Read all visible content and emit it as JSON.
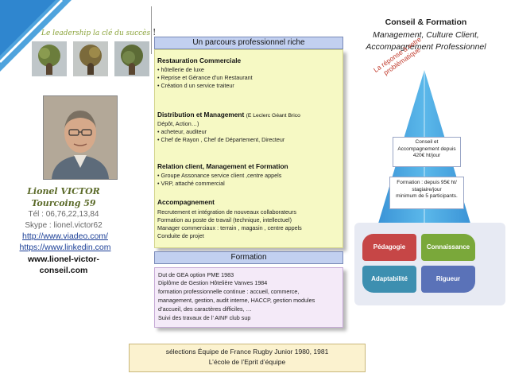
{
  "tagline": "Le leadership la clé du succès",
  "tagline_mark": "!",
  "profile": {
    "name_line1": "Lionel  VICTOR",
    "name_line2": "Tourcoing 59",
    "tel": "Tél : 06,76,22,13,84",
    "skype": "Skype : lionel.victor62",
    "viadeo": "http://www.viadeo.com/",
    "linkedin": "https://www.linkedin.com",
    "website_line1": "www.lionel-victor-",
    "website_line2": "conseil.com"
  },
  "parcours": {
    "header": "Un parcours professionnel riche",
    "sections": [
      {
        "title": "Restauration  Commerciale",
        "note": "",
        "items": [
          "•    hôtellerie  de luxe",
          "•    Reprise et Gérance d’un Restaurant",
          "•    Création d un service traiteur"
        ]
      },
      {
        "title": "Distribution  et Management",
        "note": "(E Leclerc  Géant Brico",
        "items": [
          "Dépôt, Action…)",
          "•    acheteur, auditeur",
          "•    Chef de Rayon ,  Chef de Département, Directeur"
        ]
      },
      {
        "title": "Relation client, Management et Formation",
        "note": "",
        "items": [
          "•    Groupe Assonance  service  client ,centre appels",
          "•    VRP,  attaché commercial"
        ]
      },
      {
        "title": "Accompagnement",
        "note": "",
        "items": [
          " Recrutement et intégration de nouveaux collaborateurs",
          "Formation au poste de travail (technique, intellectuel)",
          "Manager  commerciaux  : terrain , magasin , centre appels",
          "Conduite de  projet"
        ]
      }
    ]
  },
  "formation": {
    "header": "Formation",
    "lines": [
      "Dut de GEA option PME 1983",
      "Diplôme de Gestion Hôtelière Vanves  1984",
      "formation professionnelle continue :   accueil, commerce,",
      "management,  gestion,  audit interne,  HACCP, gestion  modules",
      "d’accueil, des caractères difficiles, …",
      "Suivi des travaux de  l’ AINF club sup"
    ]
  },
  "rugby": {
    "line1": "sélections Équipe de France Rugby Junior 1980, 1981",
    "line2": "L’école de l’Eprit d’équipe"
  },
  "conseil": {
    "title": "Conseil & Formation",
    "subtitle1": "Management,  Culture Client,",
    "subtitle2": "Accompagnement Professionnel",
    "rotated_line1": "La réponse à votre",
    "rotated_line2": "problématique",
    "box1": [
      "Conseil et",
      "Accompagnement depuis",
      "420€ ht/jour"
    ],
    "box2": [
      "Formation : depuis  95€ ht/",
      "stagiaire/jour",
      "minimum de 5 participants."
    ],
    "quadrants": [
      "Pédagogie",
      "Connaissance",
      "Adaptabilité",
      "Rigueur"
    ]
  },
  "colors": {
    "accent_green": "#8aa33a",
    "pyramid_blue": "#3aa9de",
    "header_blue": "#c2d0f0",
    "q_red": "#c64646",
    "q_green": "#7aa83a",
    "q_teal": "#3d8fb0",
    "q_blue": "#5a72b8"
  }
}
